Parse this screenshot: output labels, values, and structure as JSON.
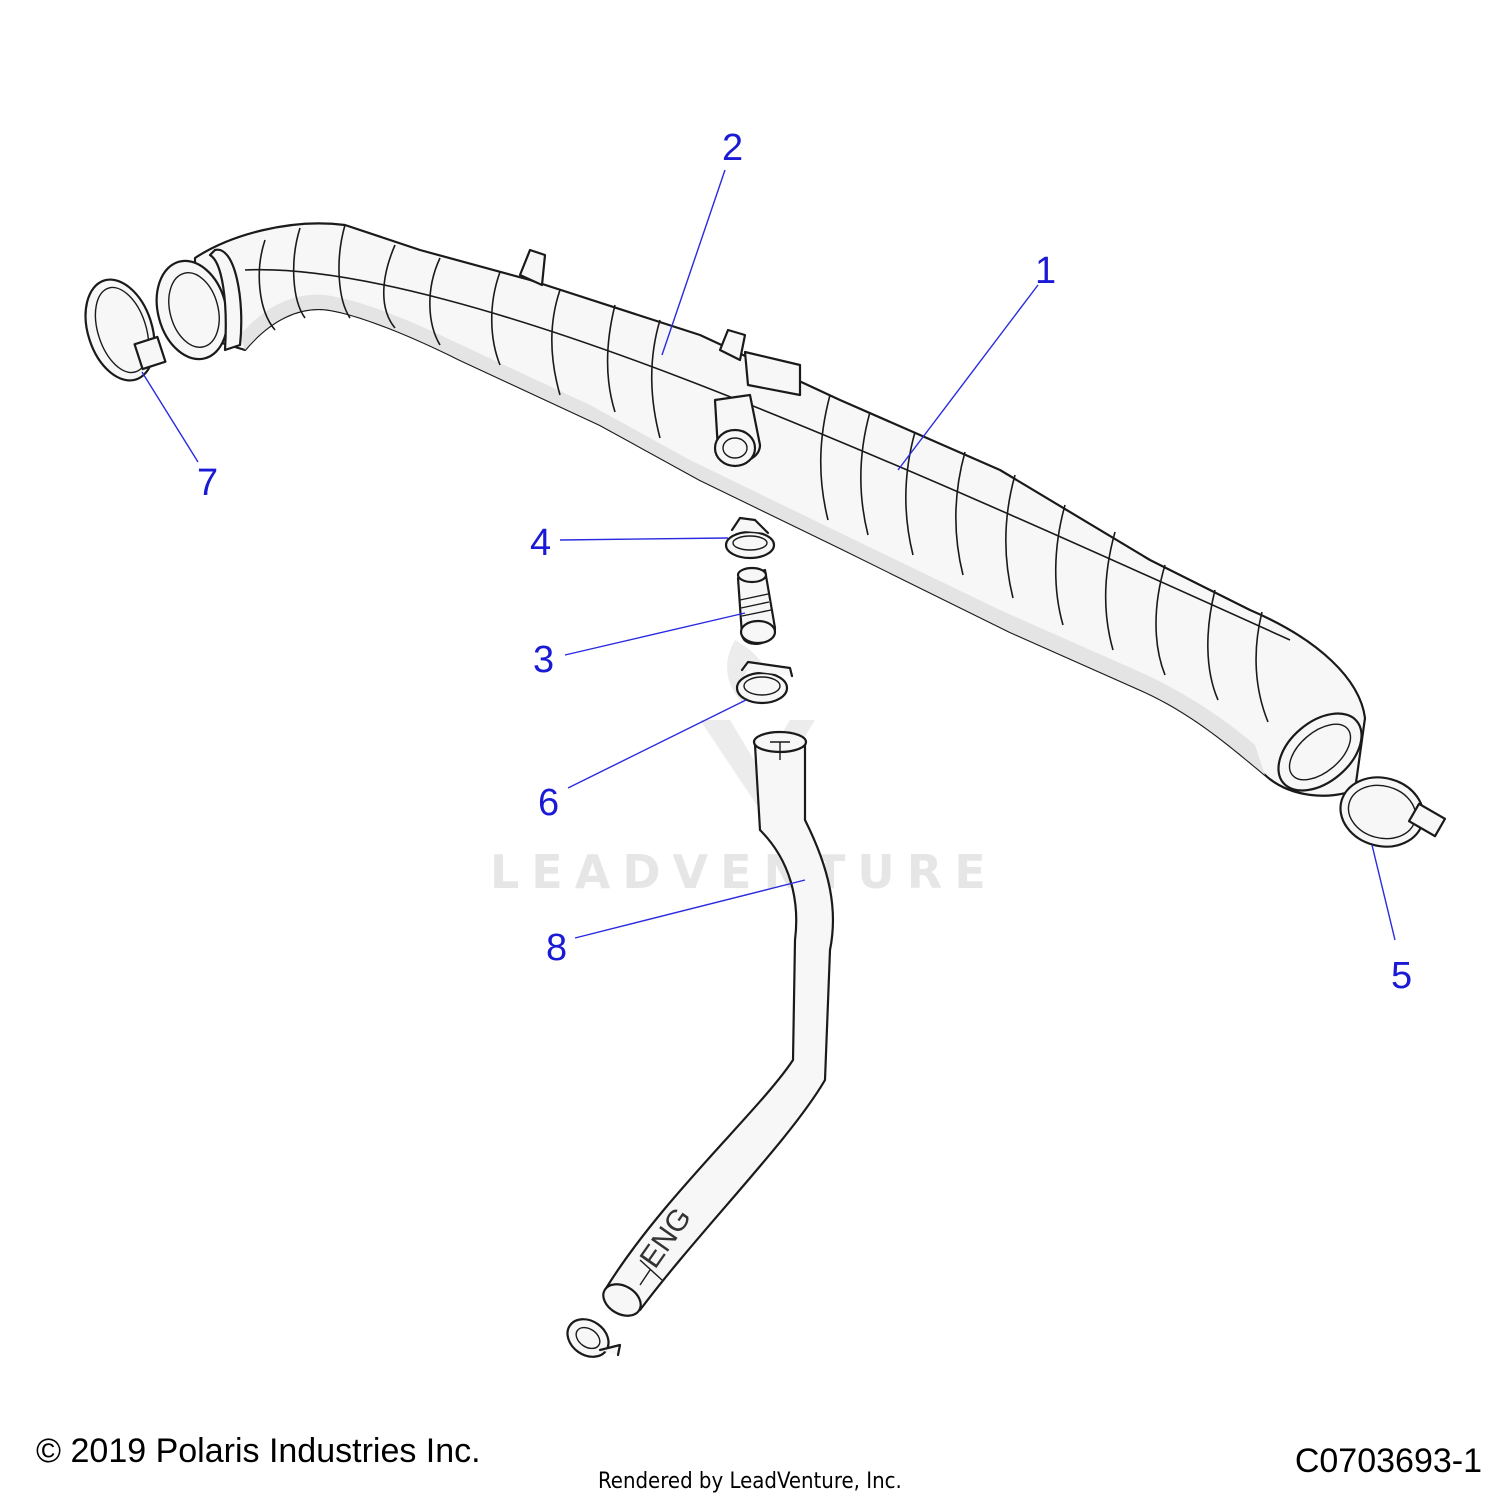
{
  "callouts": [
    {
      "id": "1",
      "label": "1"
    },
    {
      "id": "2",
      "label": "2"
    },
    {
      "id": "3",
      "label": "3"
    },
    {
      "id": "4",
      "label": "4"
    },
    {
      "id": "5",
      "label": "5"
    },
    {
      "id": "6",
      "label": "6"
    },
    {
      "id": "7",
      "label": "7"
    },
    {
      "id": "8",
      "label": "8"
    }
  ],
  "hose_marking": "ENG",
  "watermark": "LEADVENTURE",
  "footer": {
    "copyright": "© 2019 Polaris Industries Inc.",
    "rendered_by": "Rendered by LeadVenture, Inc.",
    "figure_id": "C0703693-1"
  },
  "colors": {
    "callout": "#1a1ad6",
    "linework": "#1a1a1a",
    "watermark": "#e6e6e6"
  }
}
